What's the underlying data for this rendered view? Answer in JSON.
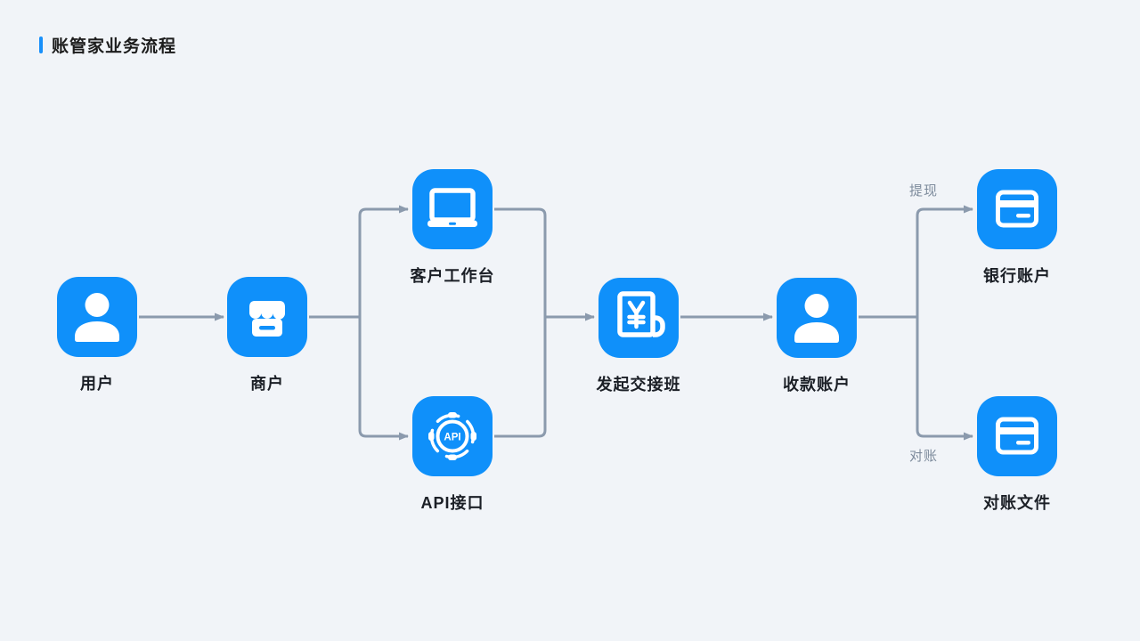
{
  "title": {
    "text": "账管家业务流程"
  },
  "nodes": [
    {
      "id": "user",
      "label": "用户",
      "icon": "person-icon"
    },
    {
      "id": "merchant",
      "label": "商户",
      "icon": "store-icon"
    },
    {
      "id": "workstation",
      "label": "客户工作台",
      "icon": "monitor-icon"
    },
    {
      "id": "api",
      "label": "API接口",
      "icon": "api-icon",
      "icon_text": "API"
    },
    {
      "id": "handover",
      "label": "发起交接班",
      "icon": "receipt-yen-icon"
    },
    {
      "id": "receiving",
      "label": "收款账户",
      "icon": "person-icon"
    },
    {
      "id": "bank",
      "label": "银行账户",
      "icon": "bank-card-icon"
    },
    {
      "id": "recon-file",
      "label": "对账文件",
      "icon": "bank-card-icon"
    }
  ],
  "edges": [
    {
      "from": "用户",
      "to": "商户"
    },
    {
      "from": "商户",
      "to": "客户工作台"
    },
    {
      "from": "商户",
      "to": "API接口"
    },
    {
      "from": "客户工作台",
      "to": "发起交接班"
    },
    {
      "from": "API接口",
      "to": "发起交接班"
    },
    {
      "from": "发起交接班",
      "to": "收款账户"
    },
    {
      "from": "收款账户",
      "to": "银行账户",
      "label": "提现"
    },
    {
      "from": "收款账户",
      "to": "对账文件",
      "label": "对账"
    }
  ],
  "colors": {
    "background": "#f1f4f8",
    "node_blue": "#0f90fa",
    "connector_gray": "#8b9aad",
    "node_label": "#1b1f26",
    "edge_label_gray": "#7d8b9c",
    "title_accent": "#1890fa",
    "icon_white": "#ffffff"
  }
}
